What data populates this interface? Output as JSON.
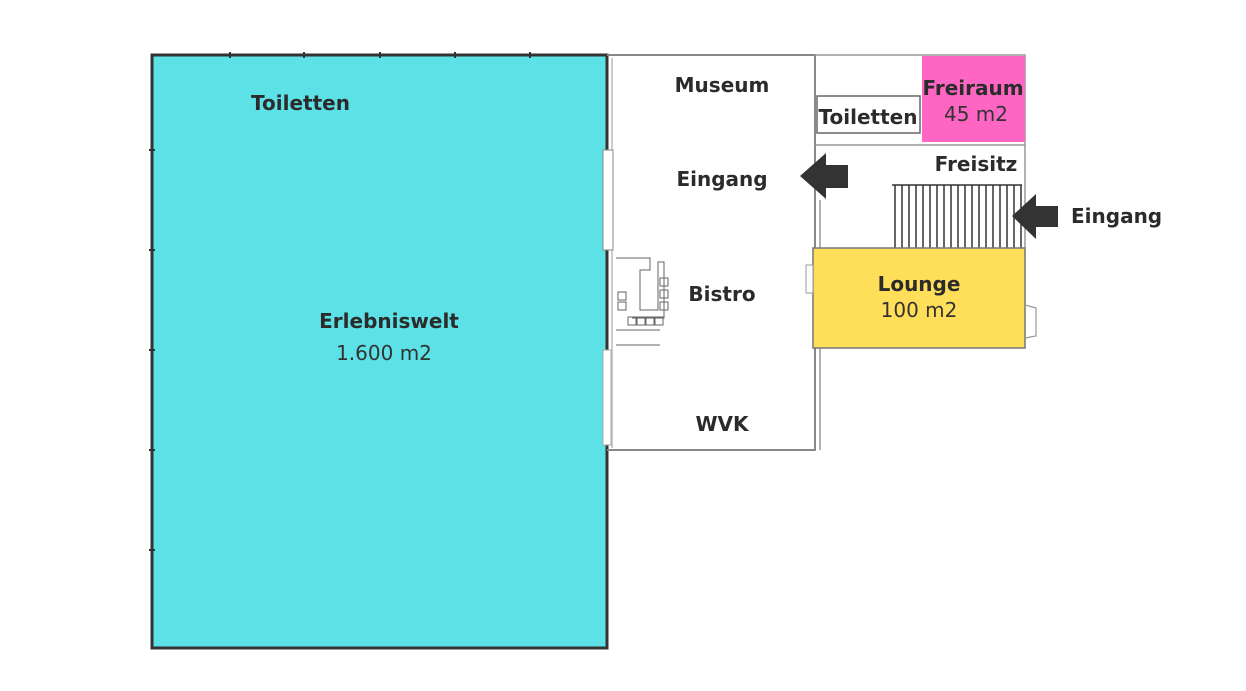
{
  "colors": {
    "erlebniswelt": "#5ce1e6",
    "lounge": "#ffde59",
    "freiraum": "#ff66c4",
    "arrow": "#333333",
    "wall": "#555555"
  },
  "rooms": {
    "erlebniswelt": {
      "name": "Erlebniswelt",
      "area": "1.600 m2"
    },
    "toiletten_left": {
      "name": "Toiletten"
    },
    "museum": {
      "name": "Museum"
    },
    "eingang_inner": {
      "name": "Eingang"
    },
    "bistro": {
      "name": "Bistro"
    },
    "wvk": {
      "name": "WVK"
    },
    "toiletten_right": {
      "name": "Toiletten"
    },
    "freiraum": {
      "name": "Freiraum",
      "area": "45 m2"
    },
    "freisitz": {
      "name": "Freisitz"
    },
    "eingang_outer": {
      "name": "Eingang"
    },
    "lounge": {
      "name": "Lounge",
      "area": "100 m2"
    }
  },
  "icons": {
    "entrance_arrows": [
      "arrow-left-icon",
      "arrow-left-icon"
    ]
  }
}
